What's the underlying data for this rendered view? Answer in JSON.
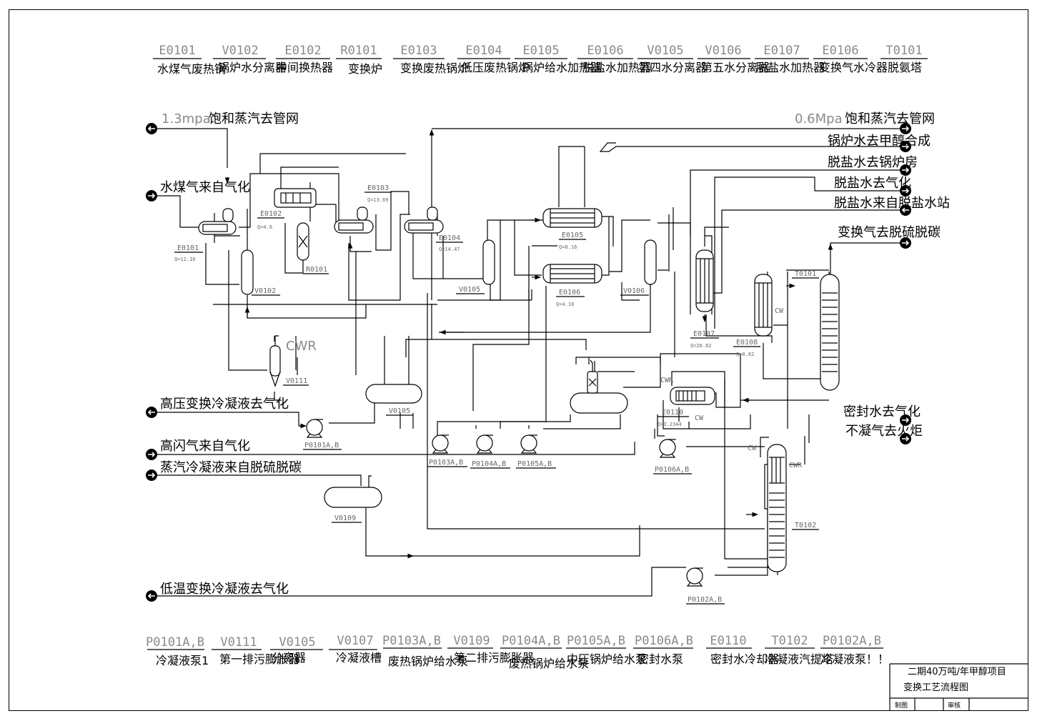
{
  "top_legend": [
    {
      "tag": "E0101",
      "name": "水煤气废热锅"
    },
    {
      "tag": "V0102",
      "name": "锅炉水分离器"
    },
    {
      "tag": "E0102",
      "name": "中间换热器"
    },
    {
      "tag": "R0101",
      "name": "变换炉"
    },
    {
      "tag": "E0103",
      "name": "变换废热锅炉"
    },
    {
      "tag": "E0104",
      "name": "低压废热锅炉"
    },
    {
      "tag": "E0105",
      "name": "锅炉给水加热器"
    },
    {
      "tag": "E0106",
      "name": "脱盐水加热器"
    },
    {
      "tag": "V0105",
      "name": "第四水分离器"
    },
    {
      "tag": "V0106",
      "name": "第五水分离器"
    },
    {
      "tag": "E0107",
      "name": "脱盐水加热器"
    },
    {
      "tag": "E0106",
      "name": "变换气水冷器"
    },
    {
      "tag": "T0101",
      "name": "脱氨塔"
    }
  ],
  "bottom_legend": [
    {
      "tag": "P0101A,B",
      "name": "冷凝液泵1"
    },
    {
      "tag": "V0111",
      "name": "第一排污膨胀器"
    },
    {
      "tag": "V0105",
      "name": "分离器"
    },
    {
      "tag": "V0107",
      "name": "冷凝液槽"
    },
    {
      "tag": "P0103A,B",
      "name": "废热锅炉给水泵"
    },
    {
      "tag": "V0109",
      "name": "第二排污膨胀器"
    },
    {
      "tag": "P0104A,B",
      "name": "废热锅炉给水泵"
    },
    {
      "tag": "P0105A,B",
      "name": "中压锅炉给水泵"
    },
    {
      "tag": "P0106A,B",
      "name": "密封水泵"
    },
    {
      "tag": "E0110",
      "name": "密封水冷却器"
    },
    {
      "tag": "T0102",
      "name": "冷凝液汽提塔"
    },
    {
      "tag": "P0102A,B",
      "name": "冷凝液泵！！"
    }
  ],
  "streams_left": [
    {
      "prefix": "1.3mpa",
      "text": "饱和蒸汽去管网"
    },
    {
      "prefix": "",
      "text": "水煤气来自气化"
    },
    {
      "prefix": "",
      "text": "高压变换冷凝液去气化"
    },
    {
      "prefix": "",
      "text": "高闪气来自气化"
    },
    {
      "prefix": "",
      "text": "蒸汽冷凝液来自脱硫脱碳"
    },
    {
      "prefix": "",
      "text": "低温变换冷凝液去气化"
    }
  ],
  "streams_right": [
    {
      "prefix": "0.6Mpa",
      "text": "饱和蒸汽去管网"
    },
    {
      "prefix": "",
      "text": "锅炉水去甲醇合成"
    },
    {
      "prefix": "",
      "text": "脱盐水去锅炉房"
    },
    {
      "prefix": "",
      "text": "脱盐水去气化"
    },
    {
      "prefix": "",
      "text": "脱盐水来自脱盐水站"
    },
    {
      "prefix": "",
      "text": "变换气去脱硫脱碳"
    },
    {
      "prefix": "",
      "text": "密封水去气化"
    },
    {
      "prefix": "",
      "text": "不凝气去火炬"
    }
  ],
  "equipment_labels": {
    "E0101": "E0101",
    "E0101_q": "Q=12.16",
    "E0102": "E0102",
    "E0102_q": "Q=4.6",
    "R0101": "R0101",
    "E0103": "E0103",
    "E0103_q": "Q=13.69",
    "E0104": "E0104",
    "E0104_q": "Q=14.47",
    "E0105": "E0105",
    "E0105_q": "Q=8.16",
    "E0106": "E0106",
    "E0106_q": "Q=4.10",
    "E0107": "E0107",
    "E0107_q": "Q=26.82",
    "E0108": "E0108",
    "E0108_q": "Q=8.82",
    "E0110": "E0110",
    "E0110_q": "Q=3.2344",
    "V0102": "V0102",
    "V0105a": "V0105",
    "V0106": "V0106",
    "V0111": "V0111",
    "V0105b": "V0105",
    "V0109": "V0109",
    "T0101": "T0101",
    "T0102": "T0102",
    "P0101": "P0101A,B",
    "P0103": "P0103A,B",
    "P0104": "P0104A,B",
    "P0105": "P0105A,B",
    "P0106": "P0106A,B",
    "P0102": "P0102A,B",
    "CWR_big": "CWR",
    "CW1": "CW",
    "CW2": "CW",
    "CW3": "CW",
    "CWR1": "CWR",
    "CWR2": "CWR"
  },
  "title_block": {
    "project": "二期40万吨/年甲醇项目",
    "drawing": "变换工艺流程图",
    "drawn": "制图",
    "check": "审核"
  }
}
